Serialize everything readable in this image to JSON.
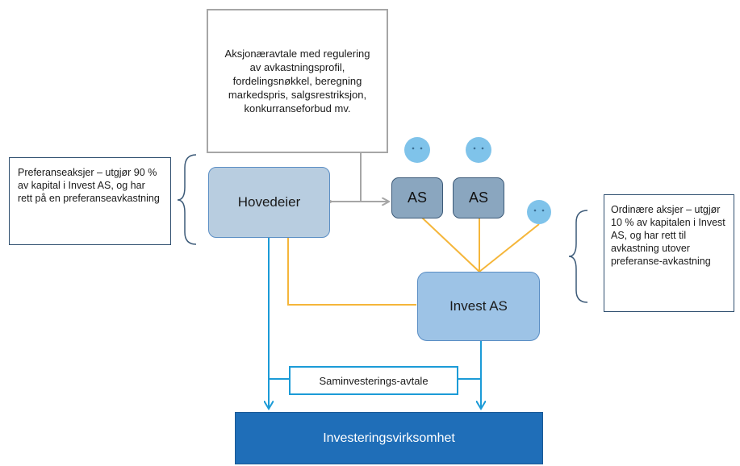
{
  "shareholder_agreement": {
    "text": "Aksjonæravtale med regulering av avkastningsprofil, fordelingsnøkkel, beregning markedspris, salgsrestriksjon, konkurranseforbud mv."
  },
  "preference_note": {
    "text": "Preferanseaksjer – utgjør 90 % av kapital i Invest AS, og har rett på en preferanseavkastning"
  },
  "ordinary_note": {
    "text": "Ordinære aksjer – utgjør 10 % av kapitalen i Invest AS, og har rett til avkastning utover preferanse-avkastning"
  },
  "nodes": {
    "hovedeier": "Hovedeier",
    "as_left": "AS",
    "as_right": "AS",
    "invest_as": "Invest AS",
    "saminvestering": "Saminvesterings-avtale",
    "investeringsvirksomhet": "Investeringsvirksomhet"
  },
  "colors": {
    "orange_line": "#f5b63a",
    "blue_arrow": "#1b9bd7",
    "grey_arrow": "#a6a6a6",
    "person_icon": "#7fc3ea"
  }
}
